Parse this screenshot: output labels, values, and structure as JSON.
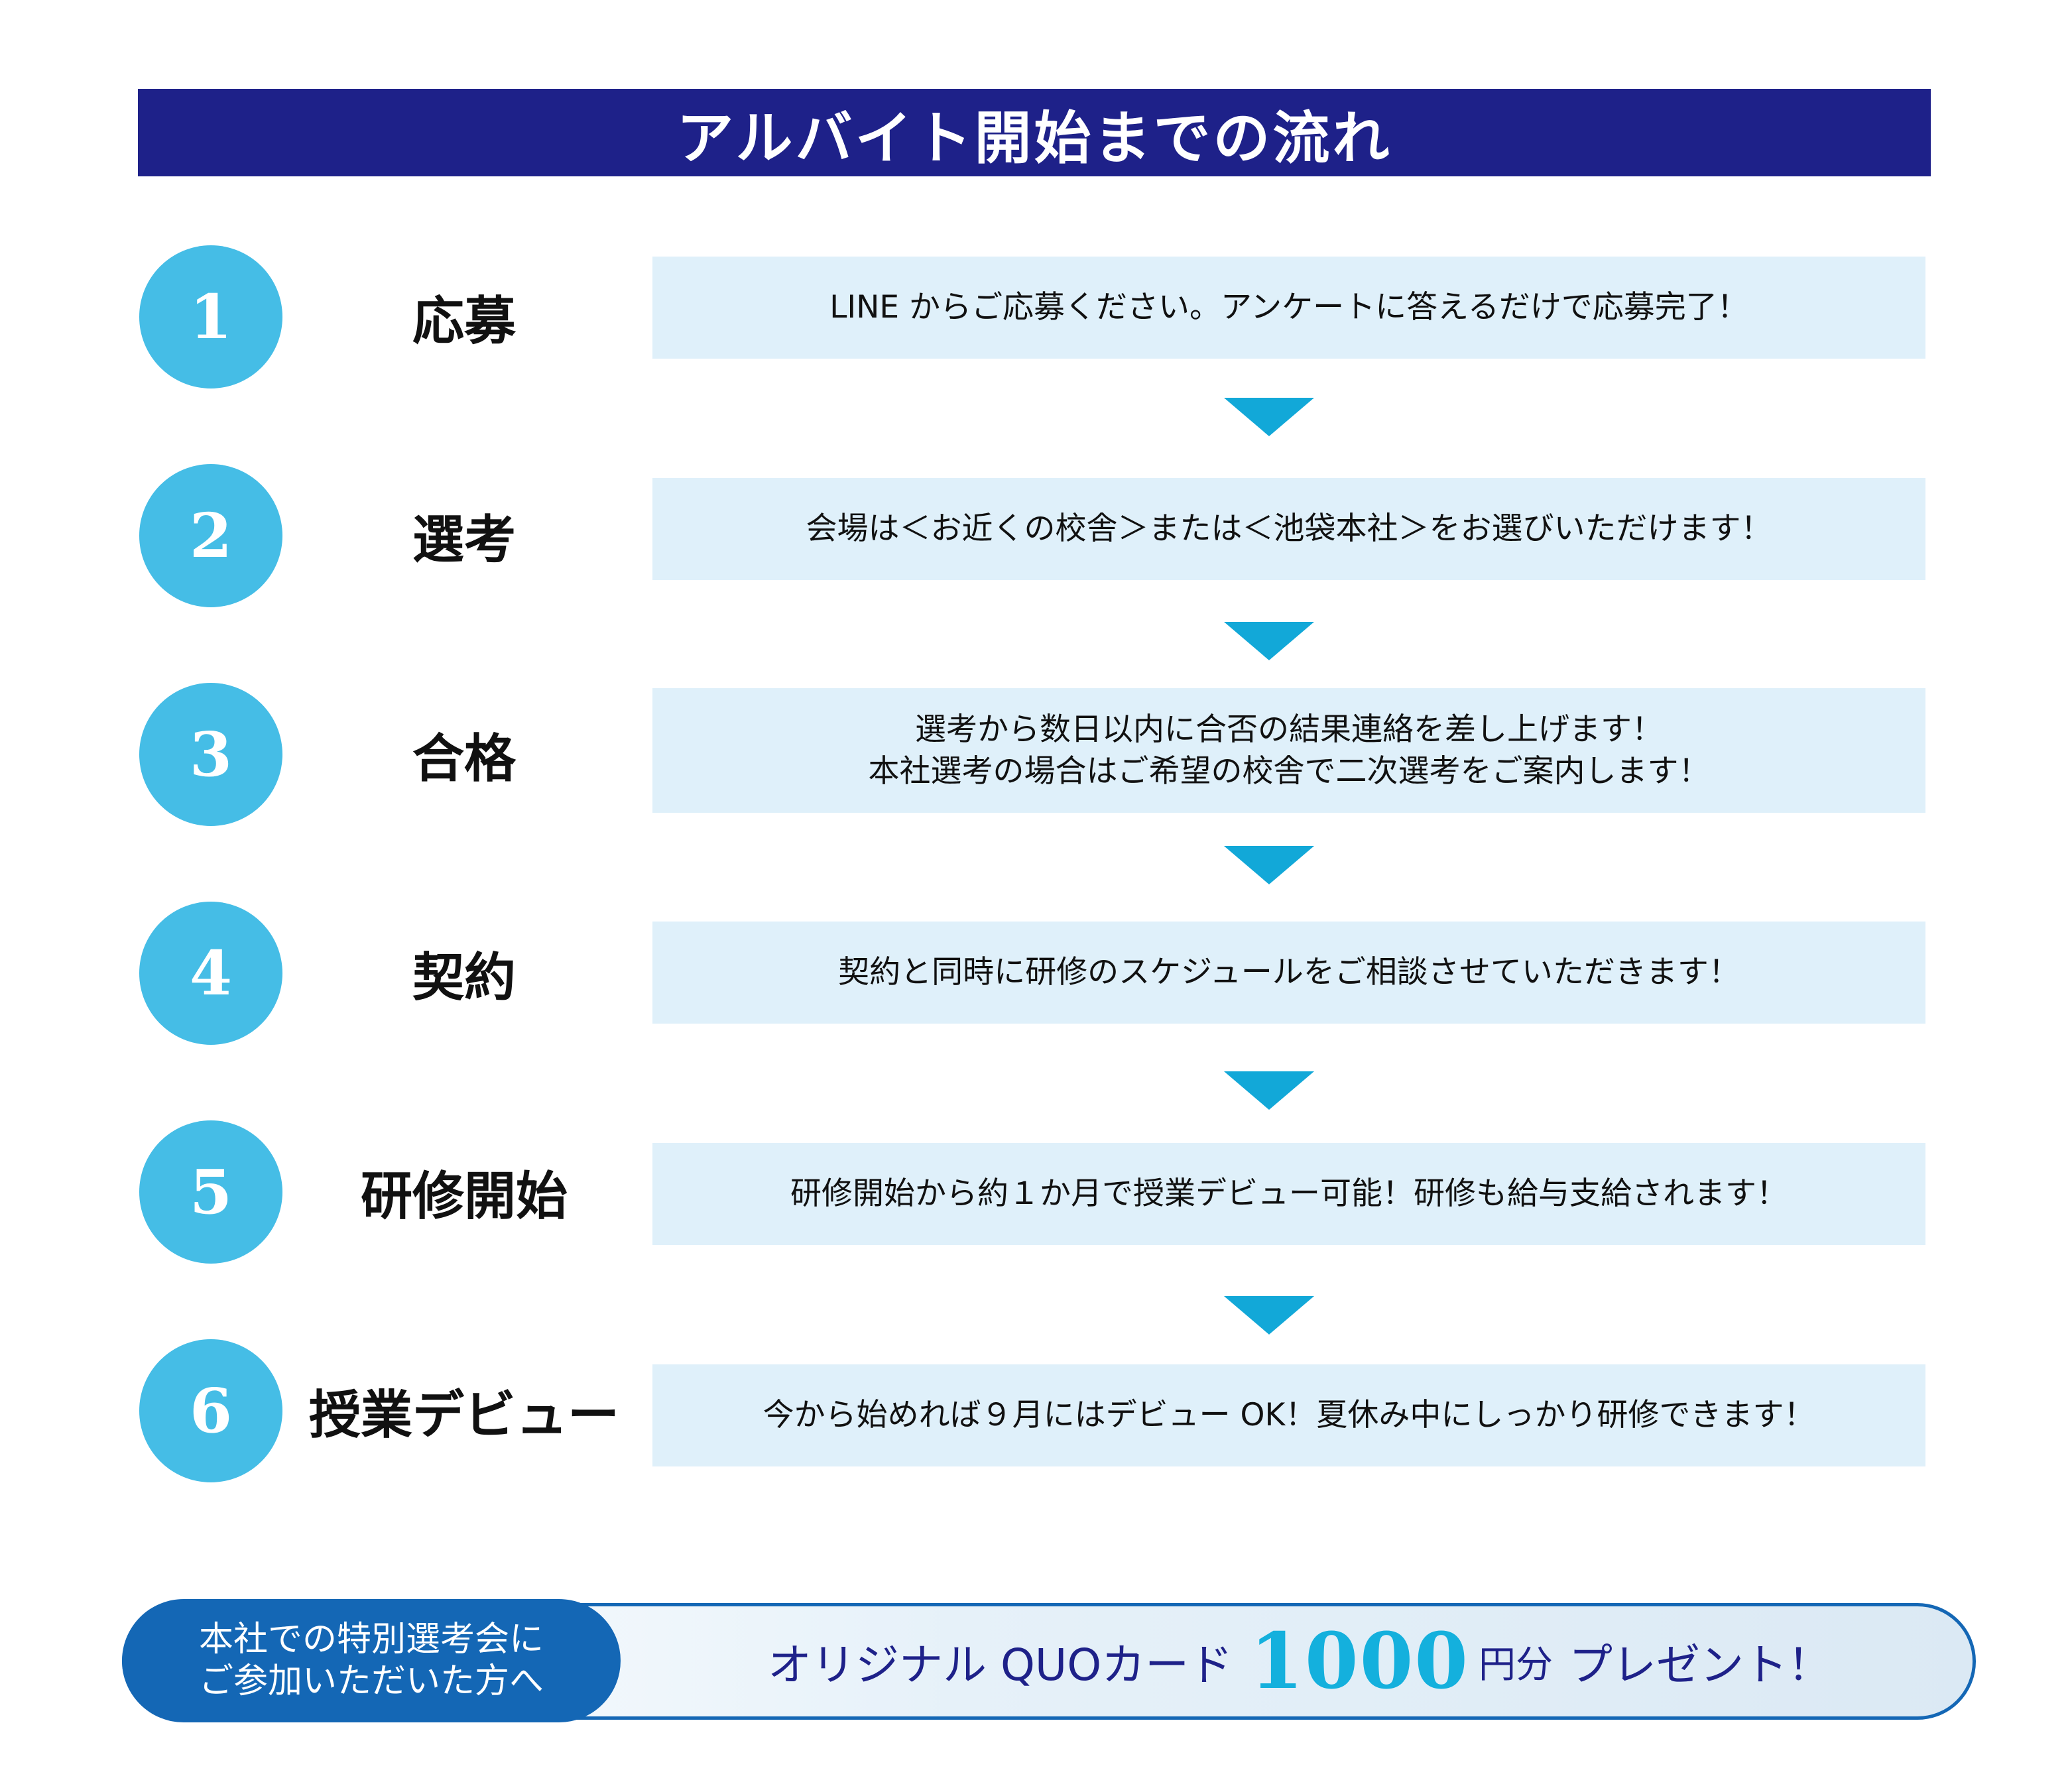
{
  "title": "アルバイト開始までの流れ",
  "steps": [
    {
      "number": "1",
      "label": "応募",
      "lines": [
        "LINE からご応募ください。アンケートに答えるだけで応募完了！"
      ]
    },
    {
      "number": "2",
      "label": "選考",
      "lines": [
        "会場は＜お近くの校舎＞または＜池袋本社＞をお選びいただけます！"
      ]
    },
    {
      "number": "3",
      "label": "合格",
      "lines": [
        "選考から数日以内に合否の結果連絡を差し上げます！",
        "本社選考の場合はご希望の校舎で二次選考をご案内します！"
      ]
    },
    {
      "number": "4",
      "label": "契約",
      "lines": [
        "契約と同時に研修のスケジュールをご相談させていただきます！"
      ]
    },
    {
      "number": "5",
      "label": "研修開始",
      "lines": [
        "研修開始から約１か月で授業デビュー可能！研修も給与支給されます！"
      ]
    },
    {
      "number": "6",
      "label": "授業デビュー",
      "lines": [
        "今から始めれば９月にはデビュー OK！夏休み中にしっかり研修できます！"
      ]
    }
  ],
  "promo": {
    "left_line1": "本社での特別選考会に",
    "left_line2": "ご参加いただいた方へ",
    "prefix": "オリジナル QUOカード",
    "amount": "1000",
    "unit": "円分",
    "suffix": "プレゼント！"
  },
  "colors": {
    "title_bar": "#1e2189",
    "circle": "#45bde6",
    "desc_box": "#dff0fa",
    "arrow": "#12a8d8",
    "promo_blue": "#1467b5",
    "promo_accent": "#14b0dd"
  }
}
